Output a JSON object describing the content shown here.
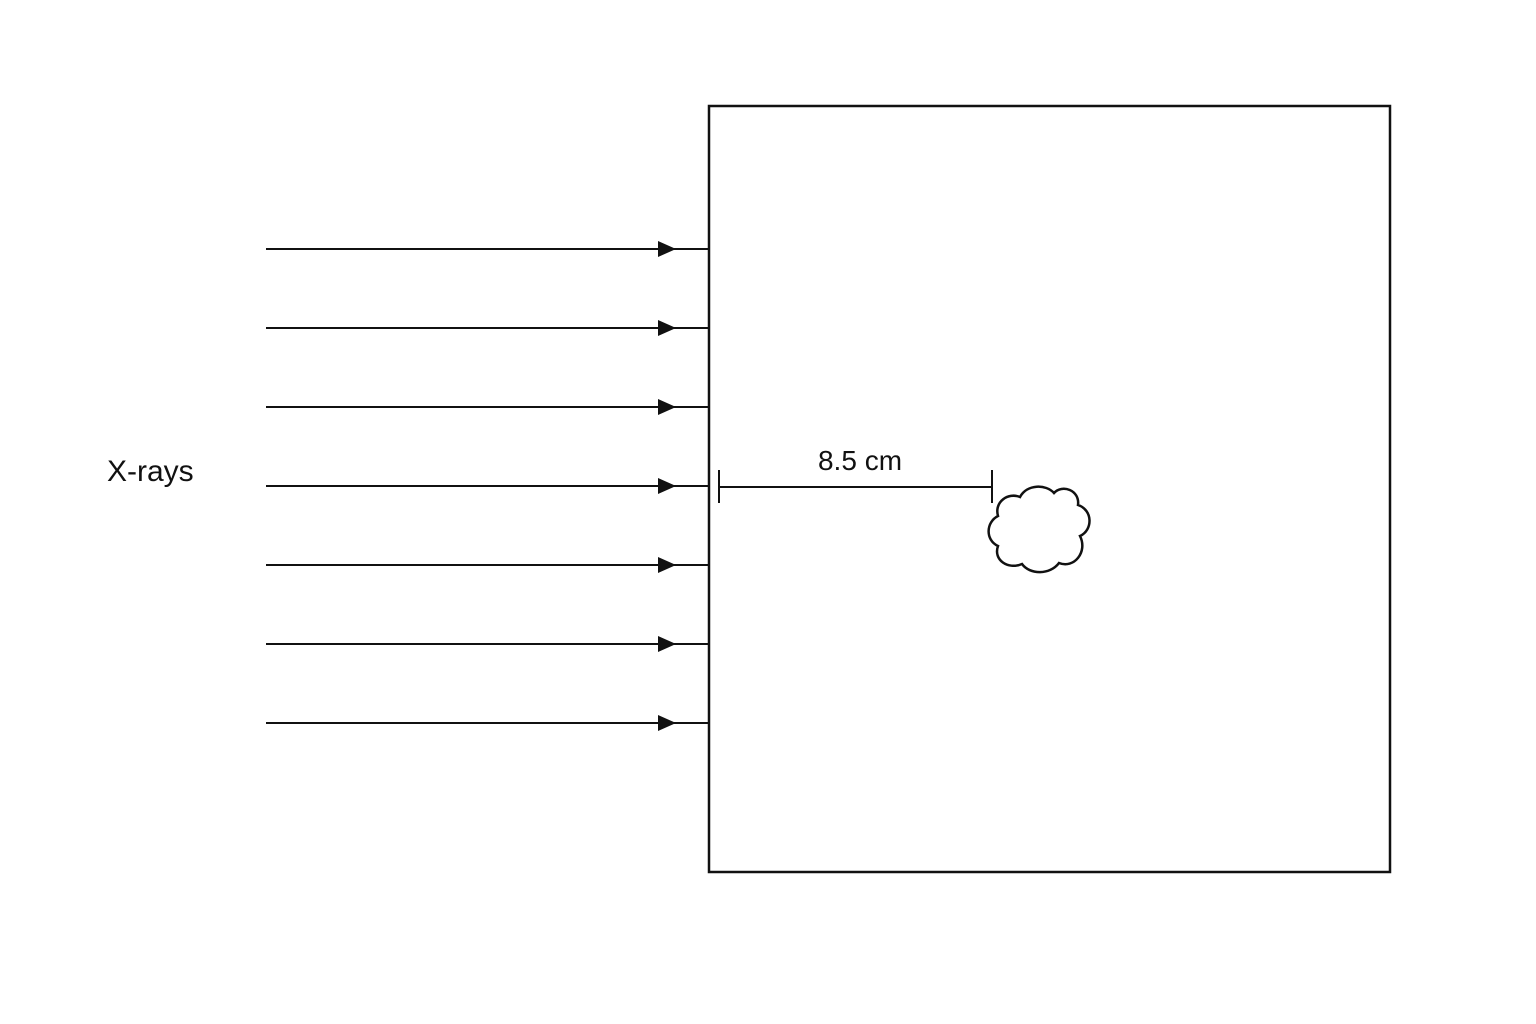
{
  "diagram": {
    "source_label": "X-rays",
    "ray_count": 7,
    "distance_label": "8.5 cm",
    "stroke_color": "#111111",
    "background_color": "#ffffff"
  }
}
